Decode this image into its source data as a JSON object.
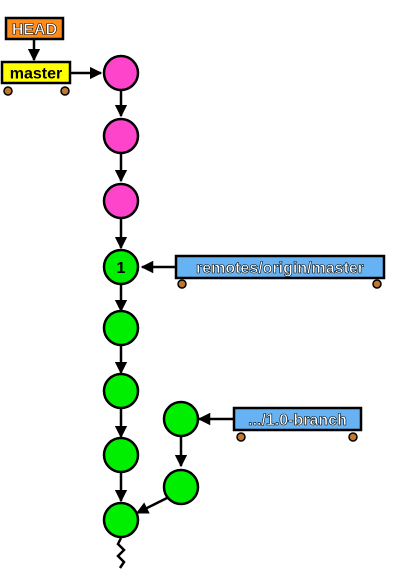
{
  "colors": {
    "head_fill": "#FF8C1A",
    "master_fill": "#FFFF00",
    "remote_fill": "#66B2F2",
    "local_commit": "#FF44CC",
    "shared_commit": "#00EE00",
    "wheel": "#C0782D",
    "stroke": "#000000"
  },
  "labels": {
    "head": "HEAD",
    "master": "master",
    "remote_master": "remotes/origin/master",
    "branch": ".../1.0-branch",
    "commit_marker": "1"
  },
  "commits": [
    {
      "id": "m1",
      "kind": "local"
    },
    {
      "id": "m2",
      "kind": "local"
    },
    {
      "id": "m3",
      "kind": "local"
    },
    {
      "id": "c1",
      "kind": "shared",
      "marker": true
    },
    {
      "id": "c2",
      "kind": "shared"
    },
    {
      "id": "c3",
      "kind": "shared"
    },
    {
      "id": "c4",
      "kind": "shared"
    },
    {
      "id": "c5",
      "kind": "shared"
    },
    {
      "id": "b1",
      "kind": "shared"
    },
    {
      "id": "b2",
      "kind": "shared"
    }
  ],
  "edges": [
    [
      "m1",
      "m2"
    ],
    [
      "m2",
      "m3"
    ],
    [
      "m3",
      "c1"
    ],
    [
      "c1",
      "c2"
    ],
    [
      "c2",
      "c3"
    ],
    [
      "c3",
      "c4"
    ],
    [
      "c4",
      "c5"
    ],
    [
      "b1",
      "b2"
    ],
    [
      "b2",
      "c5"
    ]
  ]
}
